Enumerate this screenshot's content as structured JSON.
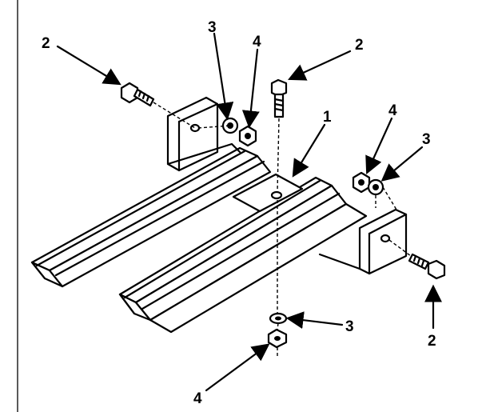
{
  "labels": {
    "top_left": "2",
    "top_left_washer": "3",
    "top_left_nut": "4",
    "top_right_bolt": "2",
    "center_bracket": "1",
    "right_nut": "4",
    "right_washer": "3",
    "bottom_right_bolt": "2",
    "bottom_washer": "3",
    "bottom_nut": "4"
  },
  "colors": {
    "ink": "#000000",
    "paper": "#ffffff"
  }
}
